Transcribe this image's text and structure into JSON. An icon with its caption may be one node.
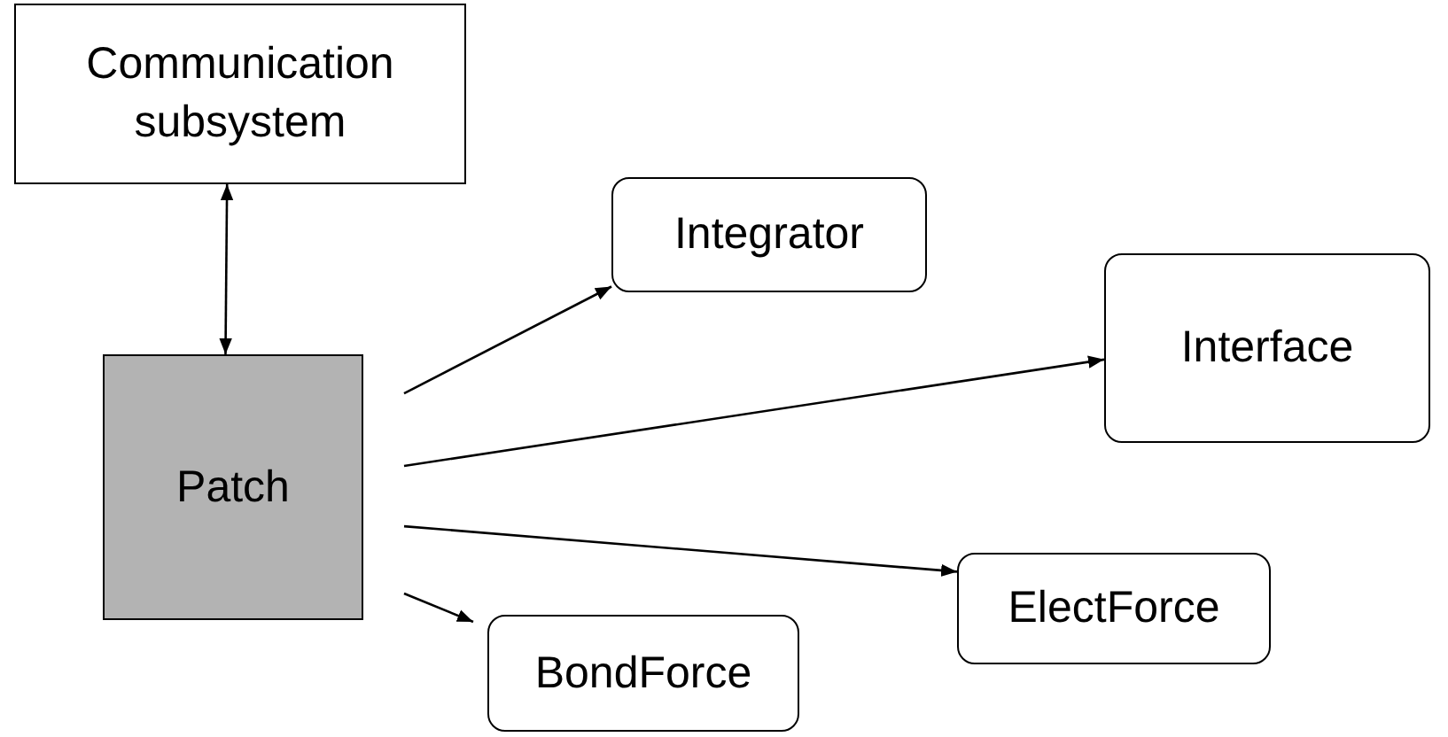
{
  "diagram": {
    "nodes": [
      {
        "text": [
          "Communication subsystem"
        ]
      },
      {
        "text": [
          "Patch"
        ]
      },
      {
        "text": [
          "Integrator"
        ]
      },
      {
        "text": [
          "Interface"
        ]
      },
      {
        "text": [
          "ElectForce"
        ]
      },
      {
        "text": [
          "BondForce"
        ]
      }
    ],
    "edges": [
      {
        "from": 0,
        "to": 1,
        "arrow": "both"
      },
      {
        "from": 1,
        "to": 2,
        "arrow": "to"
      },
      {
        "from": 1,
        "to": 3,
        "arrow": "to"
      },
      {
        "from": 1,
        "to": 4,
        "arrow": "to"
      },
      {
        "from": 1,
        "to": 5,
        "arrow": "to"
      }
    ]
  }
}
